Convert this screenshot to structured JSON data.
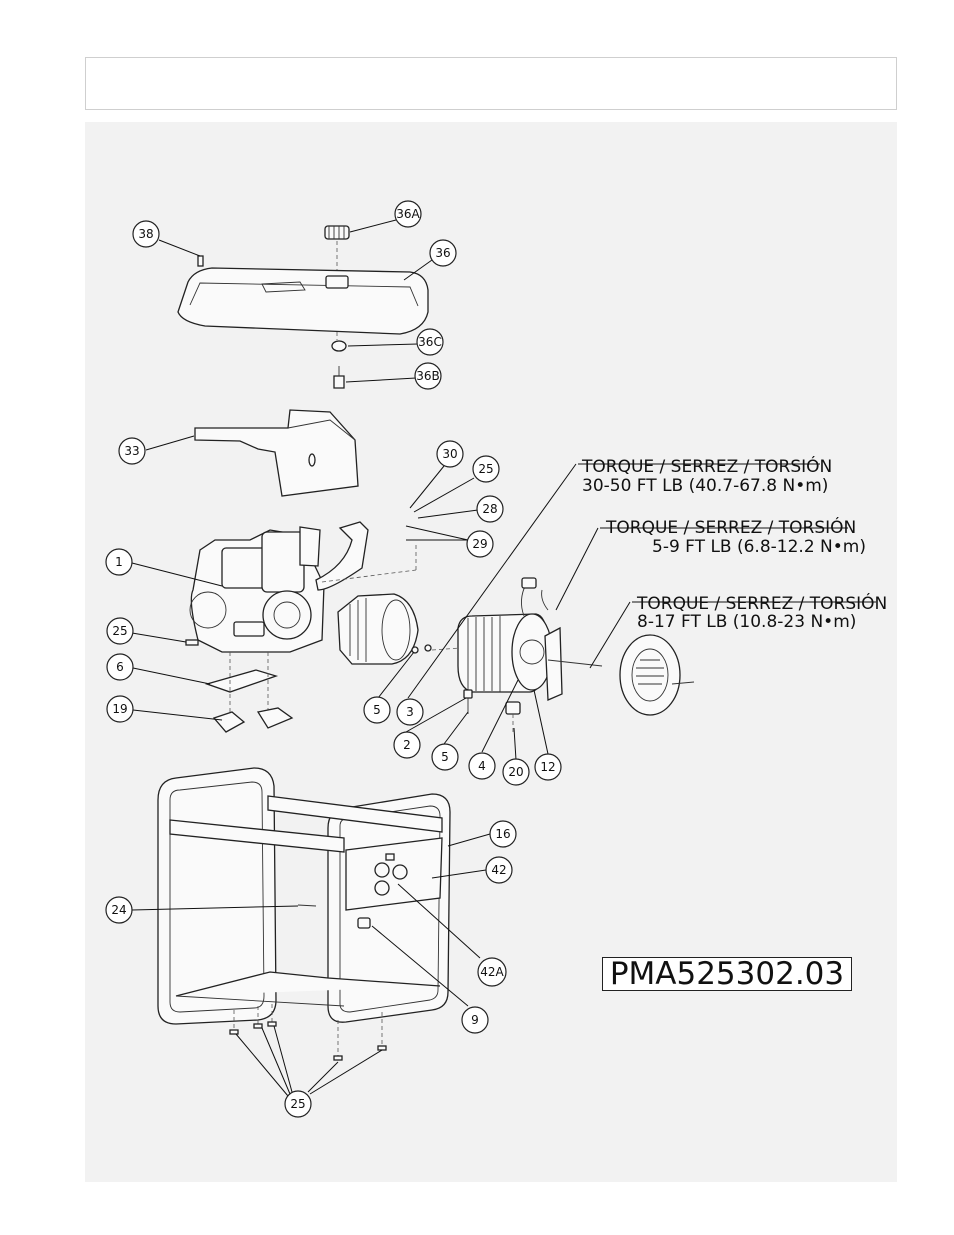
{
  "callouts": [
    {
      "label": "38"
    },
    {
      "label": "36A"
    },
    {
      "label": "36"
    },
    {
      "label": "36C"
    },
    {
      "label": "36B"
    },
    {
      "label": "33"
    },
    {
      "label": "30"
    },
    {
      "label": "25"
    },
    {
      "label": "28"
    },
    {
      "label": "29"
    },
    {
      "label": "1"
    },
    {
      "label": "25"
    },
    {
      "label": "6"
    },
    {
      "label": "19"
    },
    {
      "label": "5"
    },
    {
      "label": "3"
    },
    {
      "label": "2"
    },
    {
      "label": "5"
    },
    {
      "label": "4"
    },
    {
      "label": "20"
    },
    {
      "label": "12"
    },
    {
      "label": "16"
    },
    {
      "label": "42"
    },
    {
      "label": "24"
    },
    {
      "label": "42A"
    },
    {
      "label": "9"
    },
    {
      "label": "25"
    }
  ],
  "torque_notes": [
    {
      "line1": "TORQUE / SERREZ / TORSIÓN",
      "line2": "30-50 FT LB (40.7-67.8 N•m)"
    },
    {
      "line1": "TORQUE / SERREZ / TORSIÓN",
      "line2": "5-9 FT LB (6.8-12.2 N•m)"
    },
    {
      "line1": "TORQUE / SERREZ / TORSIÓN",
      "line2": "8-17 FT LB (10.8-23 N•m)"
    }
  ],
  "model_number": "PMA525302.03"
}
